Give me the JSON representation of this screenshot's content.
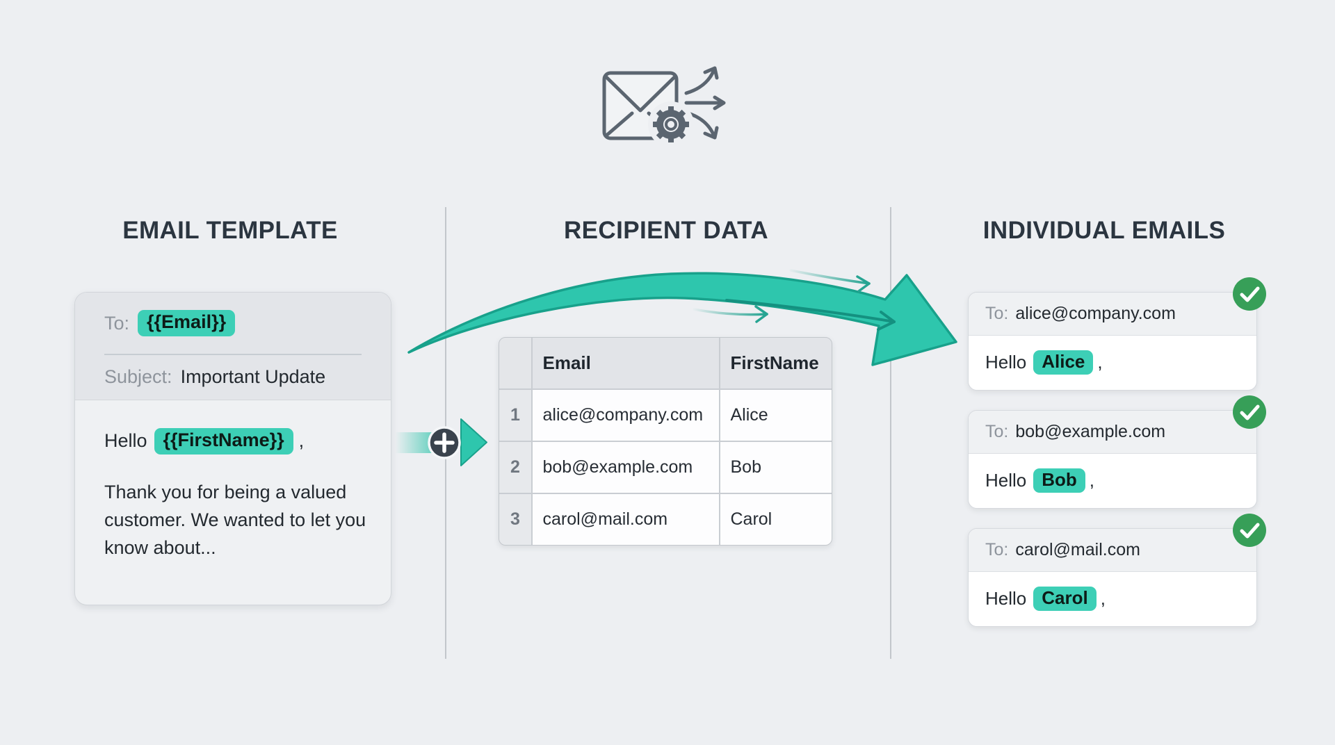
{
  "sections": {
    "template": {
      "heading": "EMAIL TEMPLATE",
      "card": {
        "to_label": "To:",
        "email_variable": "{{Email}}",
        "subject_label": "Subject:",
        "subject_value": "Important Update",
        "greeting_word": "Hello",
        "firstname_variable": "{{FirstName}}",
        "greeting_comma": ",",
        "body_text": "Thank you for being a valued customer. We wanted to let you know about..."
      }
    },
    "recipients": {
      "heading": "RECIPIENT DATA",
      "table": {
        "col_email": "Email",
        "col_firstname": "FirstName",
        "rows": [
          {
            "num": "1",
            "email": "alice@company.com",
            "firstname": "Alice"
          },
          {
            "num": "2",
            "email": "bob@example.com",
            "firstname": "Bob"
          },
          {
            "num": "3",
            "email": "carol@mail.com",
            "firstname": "Carol"
          }
        ]
      }
    },
    "individual": {
      "heading": "INDIVIDUAL EMAILS",
      "emails": [
        {
          "to_label": "To:",
          "address": "alice@company.com",
          "greeting_word": "Hello",
          "name": "Alice",
          "comma": ","
        },
        {
          "to_label": "To:",
          "address": "bob@example.com",
          "greeting_word": "Hello",
          "name": "Bob",
          "comma": ","
        },
        {
          "to_label": "To:",
          "address": "carol@mail.com",
          "greeting_word": "Hello",
          "name": "Carol",
          "comma": ","
        }
      ]
    }
  },
  "icons": {
    "header_icon": "envelope-gear-fanout-icon",
    "merge_icon": "plus-merge-icon",
    "status_icon": "check-circle-icon"
  },
  "colors": {
    "background": "#edeff2",
    "heading_text": "#2b3540",
    "teal_highlight": "#3dcfb6",
    "teal_arrow": "#2ec6ad",
    "green_check": "#379f58"
  }
}
